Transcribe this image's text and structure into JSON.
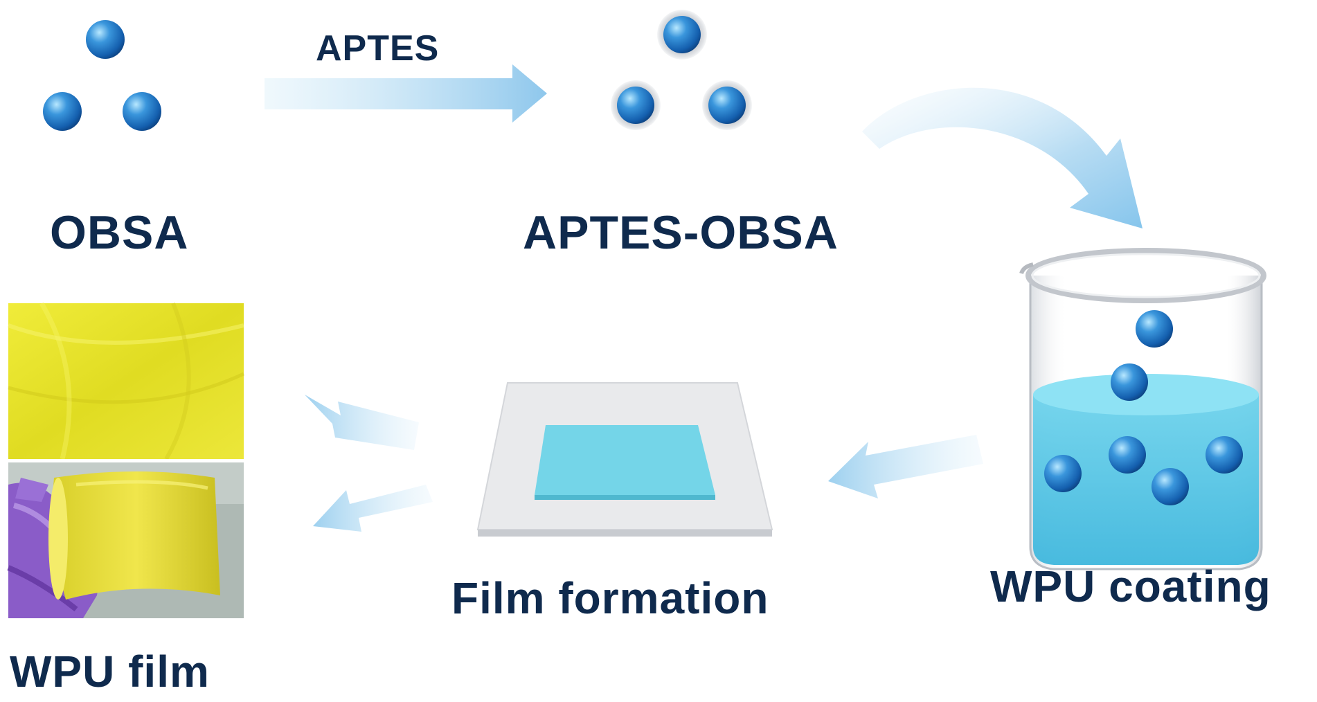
{
  "labels": {
    "reagent": "APTES",
    "start": "OBSA",
    "modified": "APTES-OBSA",
    "coating": "WPU coating",
    "formation": "Film formation",
    "product": "WPU film"
  },
  "colors": {
    "text": "#0f2a4d",
    "particle": "#1f74c8",
    "arrow": "#9fcfee",
    "liquid": "#55c8e6",
    "film": "#74d5e8",
    "substrate": "#e9eaec",
    "film_photo": "#e6e31f",
    "glove": "#8a5cc8"
  },
  "icons": [
    "nanoparticle-icon",
    "coated-nanoparticle-icon",
    "beaker-icon",
    "substrate-icon",
    "curved-arrow-icon",
    "straight-arrow-icon"
  ]
}
